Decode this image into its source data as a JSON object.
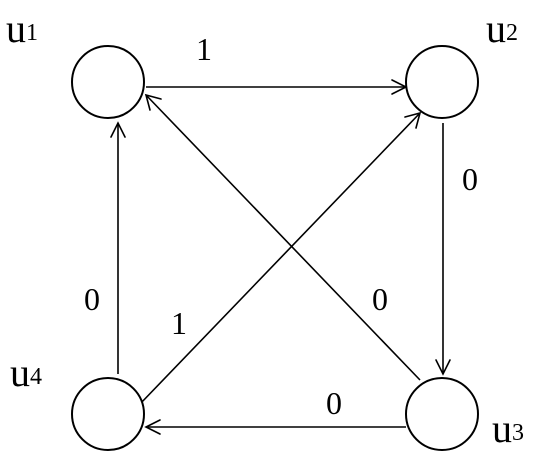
{
  "nodes": [
    {
      "id": "u1",
      "letter": "u",
      "index": "1"
    },
    {
      "id": "u2",
      "letter": "u",
      "index": "2"
    },
    {
      "id": "u3",
      "letter": "u",
      "index": "3"
    },
    {
      "id": "u4",
      "letter": "u",
      "index": "4"
    }
  ],
  "edges": [
    {
      "from": "u1",
      "to": "u2",
      "weight": "1"
    },
    {
      "from": "u2",
      "to": "u3",
      "weight": "0"
    },
    {
      "from": "u3",
      "to": "u4",
      "weight": "0"
    },
    {
      "from": "u4",
      "to": "u1",
      "weight": "0"
    },
    {
      "from": "u4",
      "to": "u2",
      "weight": "1"
    },
    {
      "from": "u3",
      "to": "u1",
      "weight": "0"
    }
  ]
}
